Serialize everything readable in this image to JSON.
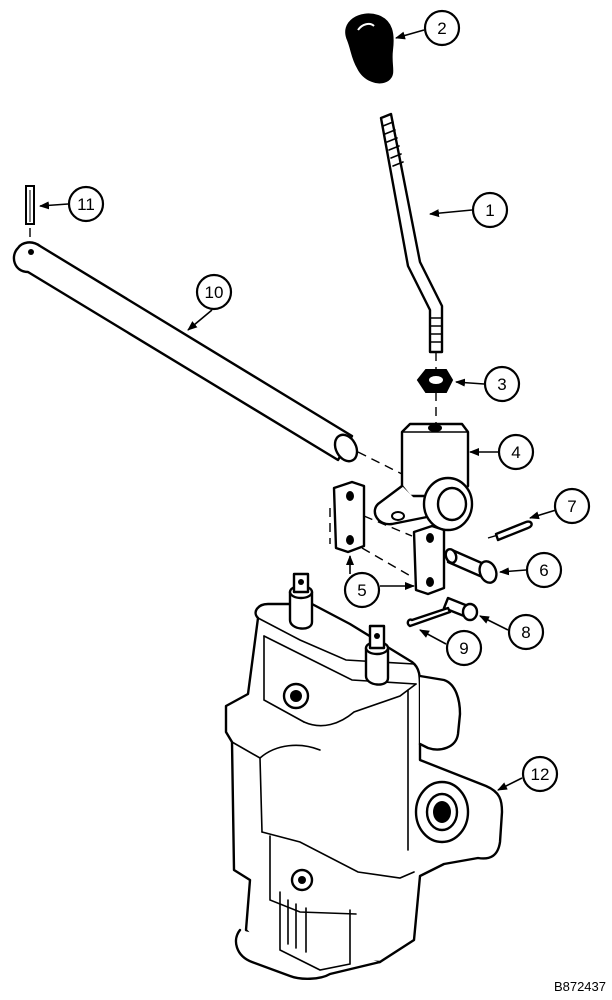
{
  "figure_id": "B872437",
  "callouts": [
    {
      "num": "1",
      "name": "lever"
    },
    {
      "num": "2",
      "name": "knob"
    },
    {
      "num": "3",
      "name": "nut"
    },
    {
      "num": "4",
      "name": "lever-bracket"
    },
    {
      "num": "5",
      "name": "link-plates"
    },
    {
      "num": "6",
      "name": "pin"
    },
    {
      "num": "7",
      "name": "cotter-pin-upper"
    },
    {
      "num": "8",
      "name": "pin-small"
    },
    {
      "num": "9",
      "name": "cotter-pin-lower"
    },
    {
      "num": "10",
      "name": "rod"
    },
    {
      "num": "11",
      "name": "roll-pin"
    },
    {
      "num": "12",
      "name": "control-valve"
    }
  ]
}
